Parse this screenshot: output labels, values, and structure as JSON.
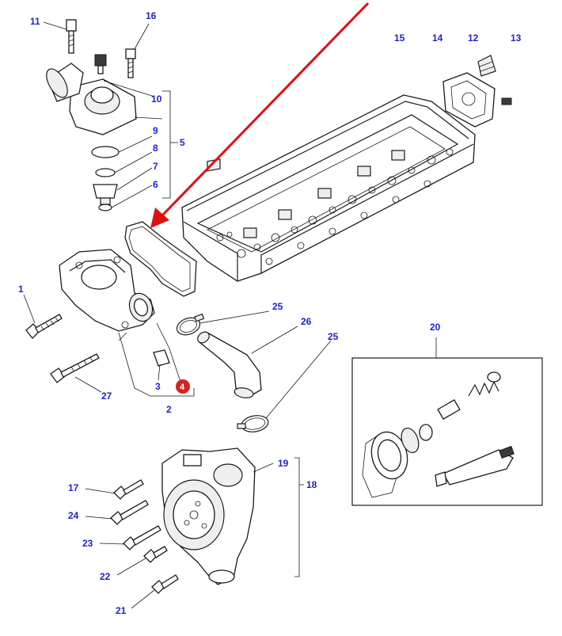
{
  "colors": {
    "callout_text": "#1f1fd0",
    "highlight_arrow": "#e01010",
    "highlight_badge": "#d92020",
    "line_art": "#1a1a1a"
  },
  "callouts": {
    "p1": "1",
    "p2": "2",
    "p3": "3",
    "p4": "4",
    "p5": "5",
    "p6": "6",
    "p7": "7",
    "p8": "8",
    "p9": "9",
    "p10": "10",
    "p11": "11",
    "p12": "12",
    "p13": "13",
    "p14": "14",
    "p15": "15",
    "p16": "16",
    "p17": "17",
    "p18": "18",
    "p19": "19",
    "p20": "20",
    "p21": "21",
    "p22": "22",
    "p23": "23",
    "p24": "24",
    "p25a": "25",
    "p25b": "25",
    "p26": "26",
    "p27": "27"
  },
  "highlight": {
    "part": "4"
  }
}
